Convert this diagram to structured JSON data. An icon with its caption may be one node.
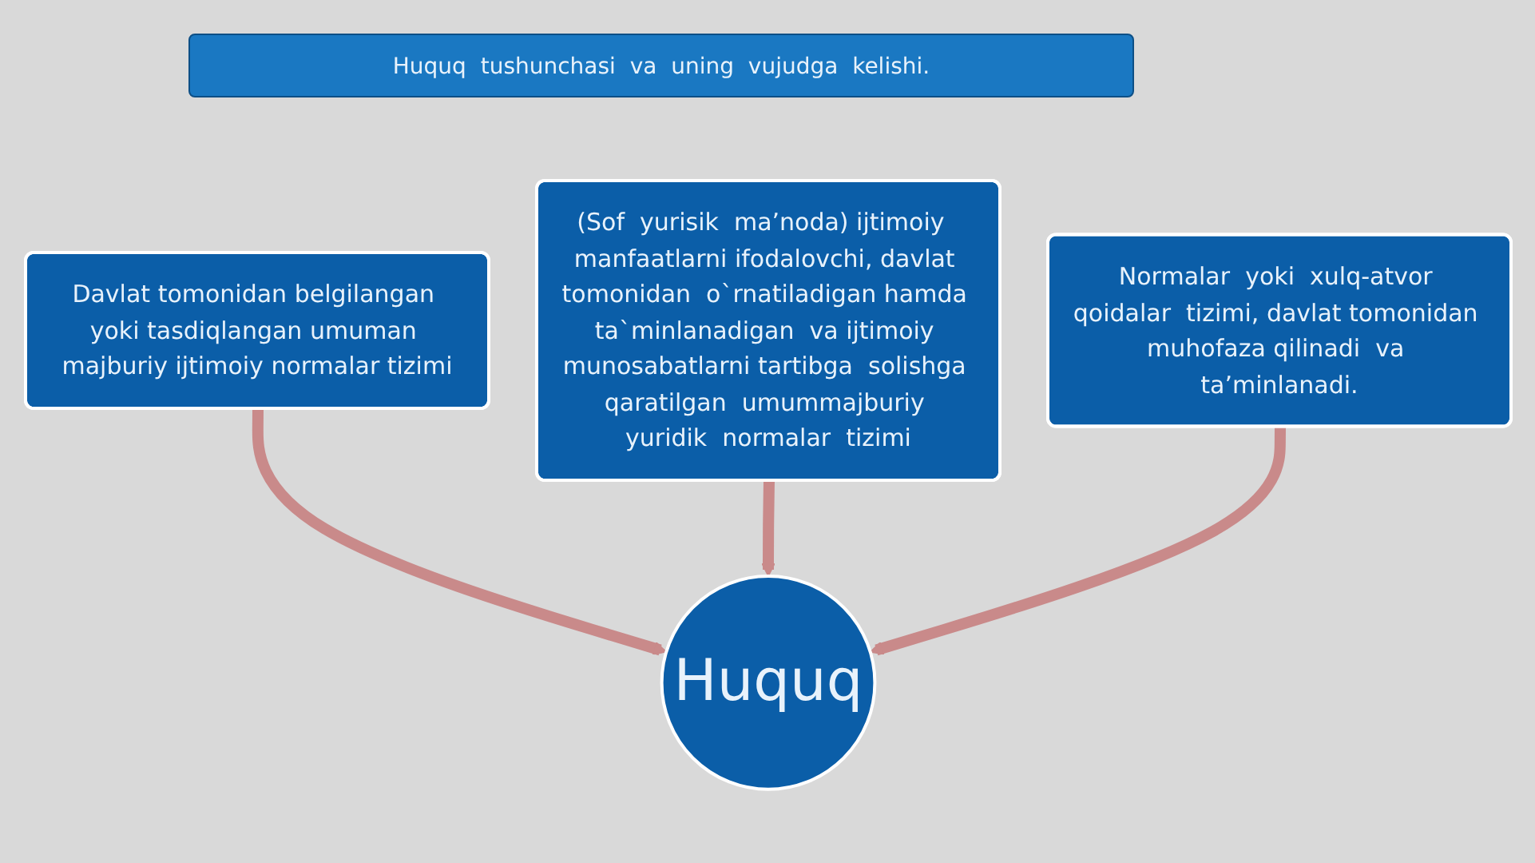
{
  "diagram": {
    "title": "Huquq  tushunchasi  va  uning  vujudga  kelishi.",
    "nodes": [
      {
        "text": [
          "Davlat tomonidan belgilangan yoki tasdiqlangan umuman majburiy ijtimoiy normalar tizimi"
        ]
      },
      {
        "text": [
          "(Sof  yurisik  ma’noda) ijtimoiy  manfaatlarni ifodalovchi, davlat tomonidan  o`rnatiladigan hamda  ta`minlanadigan  va ijtimoiy  munosabatlarni tartibga  solishga qaratilgan  umummajburiy yuridik  normalar  tizimi"
        ]
      },
      {
        "text": [
          "Normalar  yoki  xulq-atvor qoidalar  tizimi, davlat tomonidan  muhofaza qilinadi  va  ta’minlanadi."
        ]
      },
      {
        "text": [
          "Huquq"
        ]
      }
    ],
    "edges": [
      {
        "from": 0,
        "to": 3,
        "arrow": "to"
      },
      {
        "from": 1,
        "to": 3,
        "arrow": "to"
      },
      {
        "from": 2,
        "to": 3,
        "arrow": "to"
      }
    ]
  }
}
